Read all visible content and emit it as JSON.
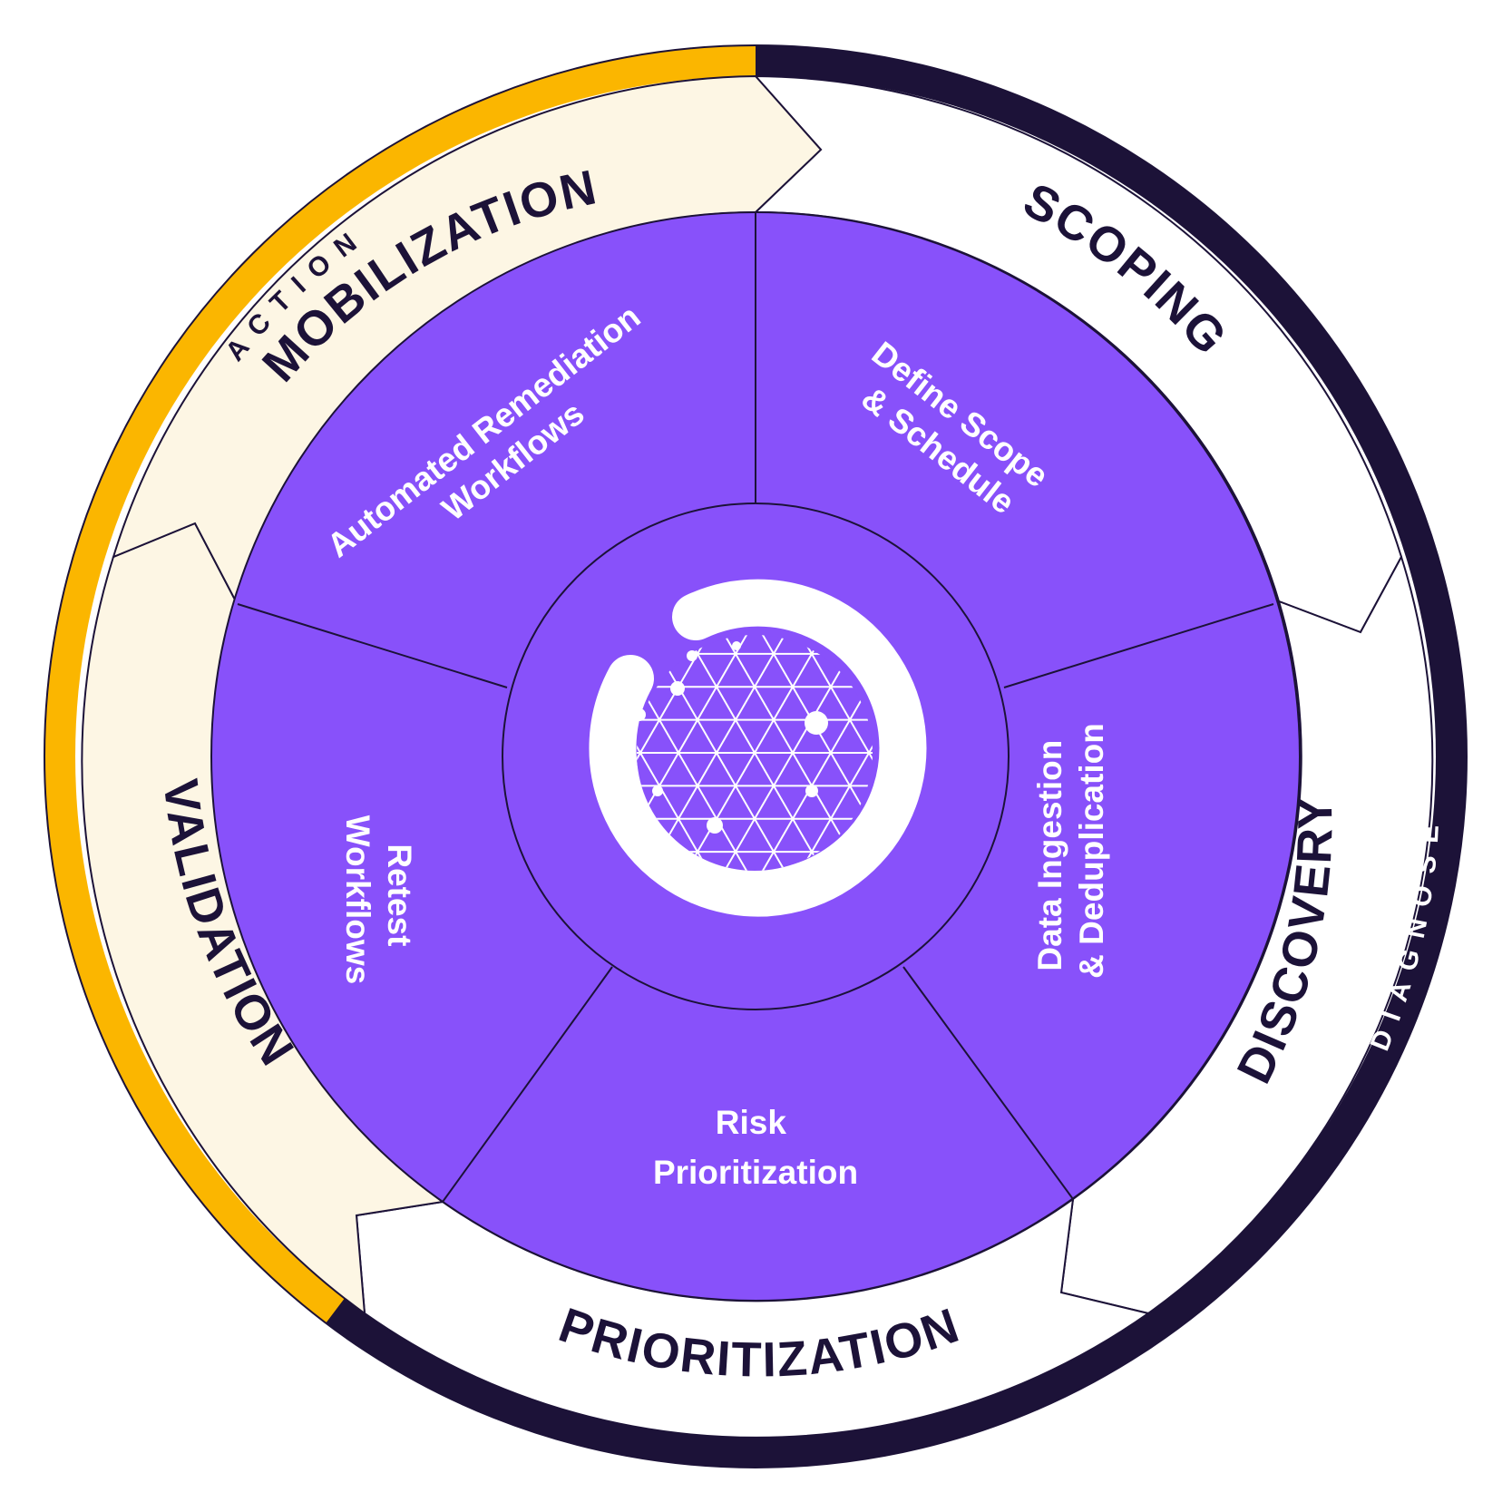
{
  "colors": {
    "diagnose": "#1c1238",
    "action": "#fbb600",
    "cream": "#fdf6e4",
    "purple": "#8851fa",
    "white": "#ffffff",
    "line": "#1c1238"
  },
  "phases": {
    "action": "ACTION",
    "diagnose": "DIAGNOSE"
  },
  "stages": {
    "mobilization": "MOBILIZATION",
    "scoping": "SCOPING",
    "discovery": "DISCOVERY",
    "prioritization": "PRIORITIZATION",
    "validation": "VALIDATION"
  },
  "inner": {
    "remediation": [
      "Automated Remediation",
      "Workflows"
    ],
    "scope": [
      "Define Scope",
      "& Schedule"
    ],
    "ingestion": [
      "Data Ingestion",
      "& Deduplication"
    ],
    "risk": [
      "Risk",
      "Prioritization"
    ],
    "retest": [
      "Retest",
      "Workflows"
    ]
  },
  "center_logo": "logo-icon"
}
